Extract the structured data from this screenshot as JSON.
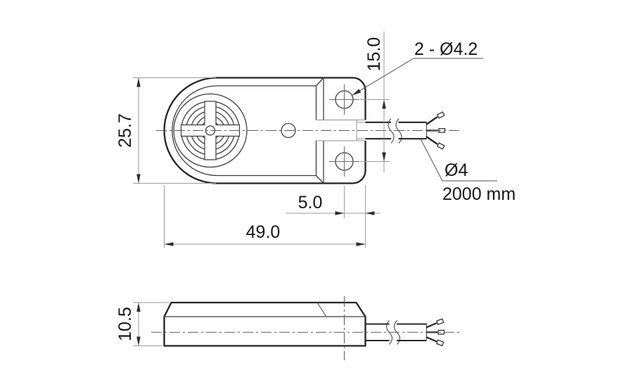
{
  "drawing": {
    "top_view": {
      "dim_body_height": "25.7",
      "dim_body_width": "49.0",
      "dim_hole_edge_offset": "5.0",
      "dim_hole_spacing": "15.0",
      "label_mounting_holes": "2 - Ø4.2",
      "label_cable_diameter": "Ø4",
      "label_cable_length": "2000 mm"
    },
    "side_view": {
      "dim_thickness": "10.5"
    }
  }
}
